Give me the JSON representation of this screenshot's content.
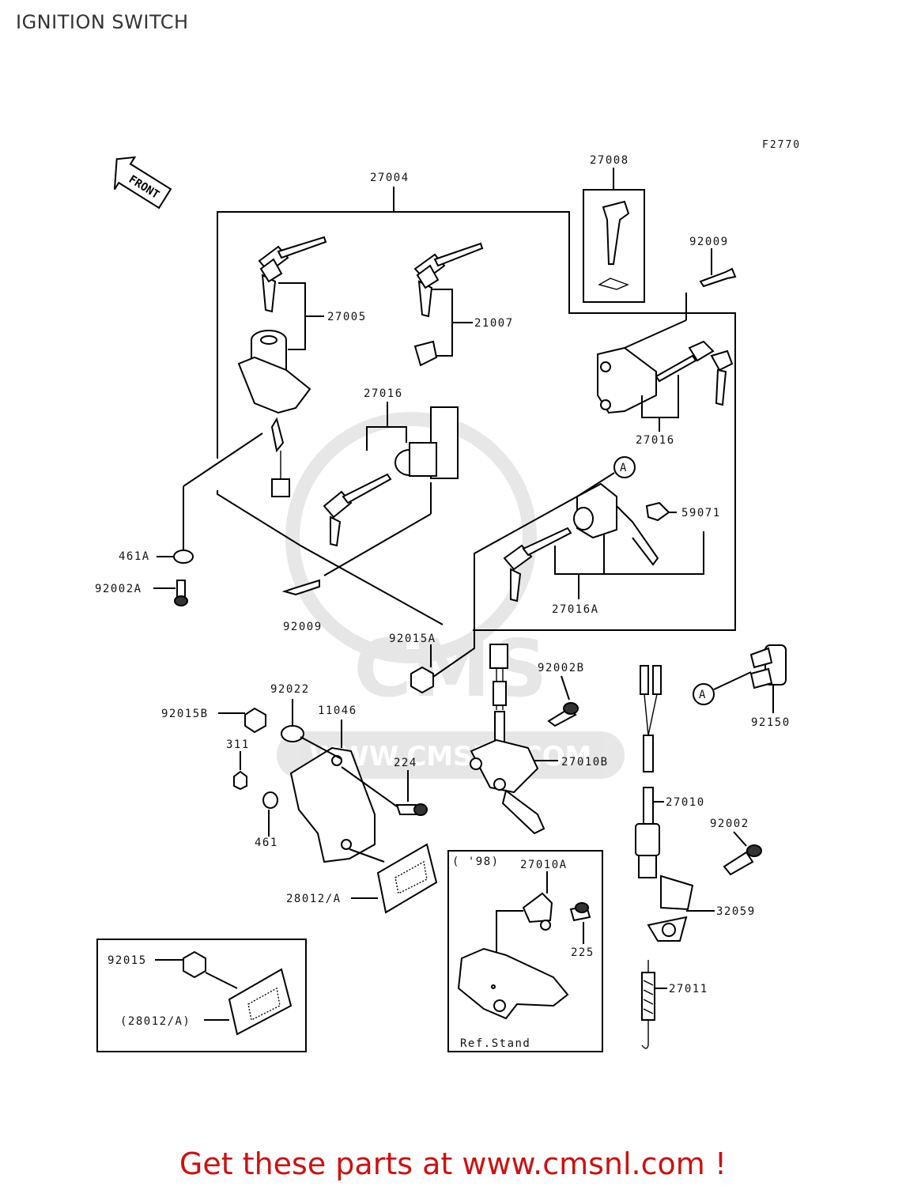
{
  "title": "IGNITION SWITCH",
  "figure_code": "F2770",
  "front_arrow": "FRONT",
  "footer": "Get these parts at www.cmsnl.com !",
  "inset_98_label": "( '98)",
  "ref_stand_label": "Ref.Stand",
  "watermark_text": "WWW.CMSNL.COM",
  "part_labels": {
    "p27004": "27004",
    "p27008": "27008",
    "p92009_top": "92009",
    "p27005": "27005",
    "p21007": "21007",
    "p27016_mid": "27016",
    "p27016_right": "27016",
    "p59071": "59071",
    "p461A": "461A",
    "p92002A": "92002A",
    "p92009_bottom": "92009",
    "p27016A": "27016A",
    "p92015A": "92015A",
    "p92002B": "92002B",
    "p92150": "92150",
    "p92022": "92022",
    "p92015B": "92015B",
    "p11046": "11046",
    "p311": "311",
    "p224": "224",
    "p27010B": "27010B",
    "p27010": "27010",
    "p461": "461",
    "p92002": "92002",
    "p28012A": "28012/A",
    "p27010A": "27010A",
    "p32059": "32059",
    "p225": "225",
    "p92015": "92015",
    "p28012A_paren": "(28012/A)",
    "p27011": "27011",
    "ref_A_1": "A",
    "ref_A_2": "A"
  }
}
